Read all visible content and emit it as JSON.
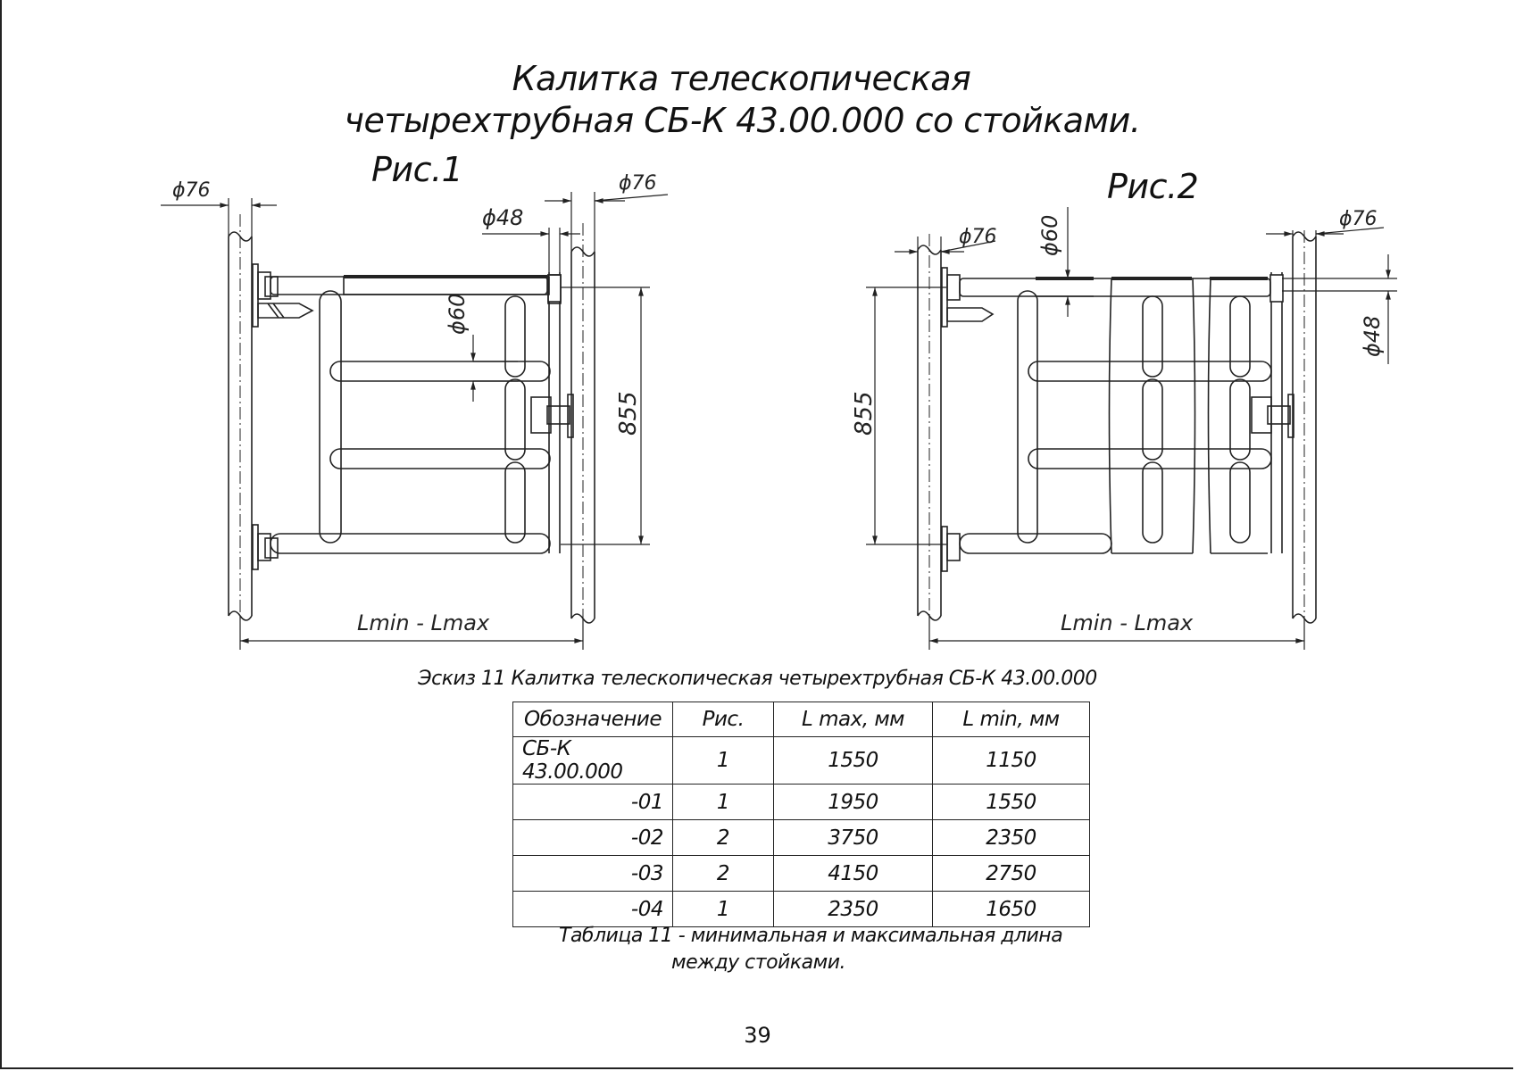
{
  "title_line1": "Калитка телескопическая",
  "title_line2": "четырехтрубная СБ-К 43.00.000 со стойками.",
  "fig1": {
    "label": "Рис.1",
    "dia_post_left": "ϕ76",
    "dia_post_right": "ϕ76",
    "dia_pipe_48": "ϕ48",
    "dia_pipe_60": "ϕ60",
    "height": "855",
    "length": "Lmin - Lmax"
  },
  "fig2": {
    "label": "Рис.2",
    "dia_post_left": "ϕ76",
    "dia_post_right": "ϕ76",
    "dia_pipe_60": "ϕ60",
    "dia_pipe_48": "ϕ48",
    "height": "855",
    "length": "Lmin - Lmax"
  },
  "sketch_caption": "Эскиз 11 Калитка телескопическая четырехтрубная СБ-К 43.00.000",
  "table": {
    "headers": [
      "Обозначение",
      "Рис.",
      "L max, мм",
      "L min, мм"
    ],
    "rows": [
      [
        "СБ-К 43.00.000",
        "1",
        "1550",
        "1150"
      ],
      [
        "-01",
        "1",
        "1950",
        "1550"
      ],
      [
        "-02",
        "2",
        "3750",
        "2350"
      ],
      [
        "-03",
        "2",
        "4150",
        "2750"
      ],
      [
        "-04",
        "1",
        "2350",
        "1650"
      ]
    ]
  },
  "table_caption_line1": "Таблица 11 - минимальная и максимальная длина",
  "table_caption_line2": "между стойками.",
  "page_number": "39"
}
